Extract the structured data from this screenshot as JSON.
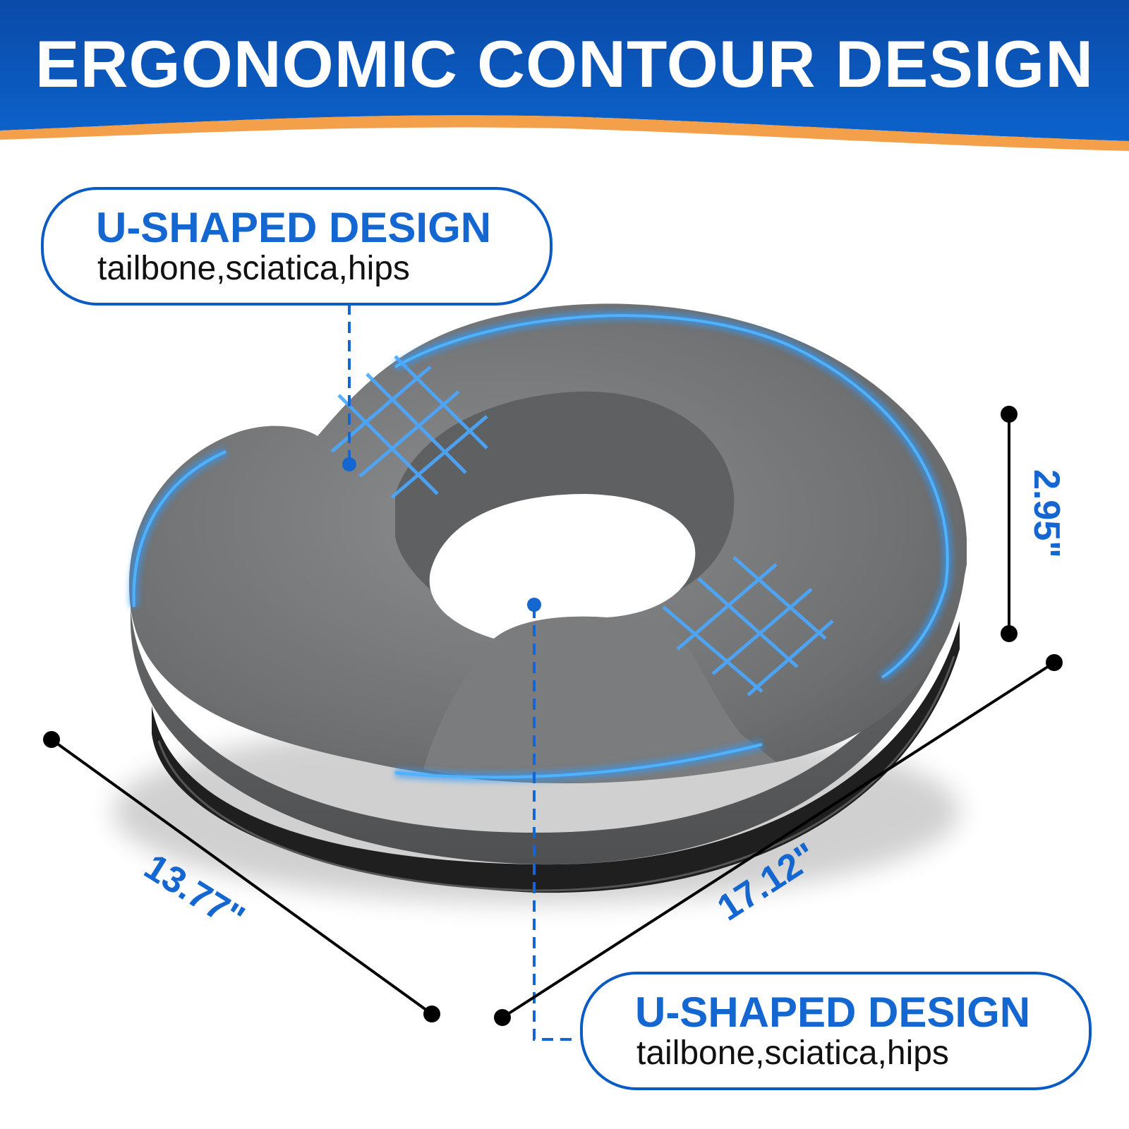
{
  "banner": {
    "title": "ERGONOMIC CONTOUR DESIGN",
    "color": "#0a5cc4",
    "accent_stripe_color": "#f4a04b"
  },
  "callouts": [
    {
      "heading": "U-SHAPED DESIGN",
      "subtext": "tailbone,sciatica,hips"
    },
    {
      "heading": "U-SHAPED DESIGN",
      "subtext": "tailbone,sciatica,hips"
    }
  ],
  "dimensions": {
    "height": "2.95\"",
    "depth": "13.77\"",
    "width": "17.12\""
  },
  "colors": {
    "accent_blue": "#1467d1",
    "cushion_gray": "#707274",
    "base_black": "#1a1a1a"
  }
}
